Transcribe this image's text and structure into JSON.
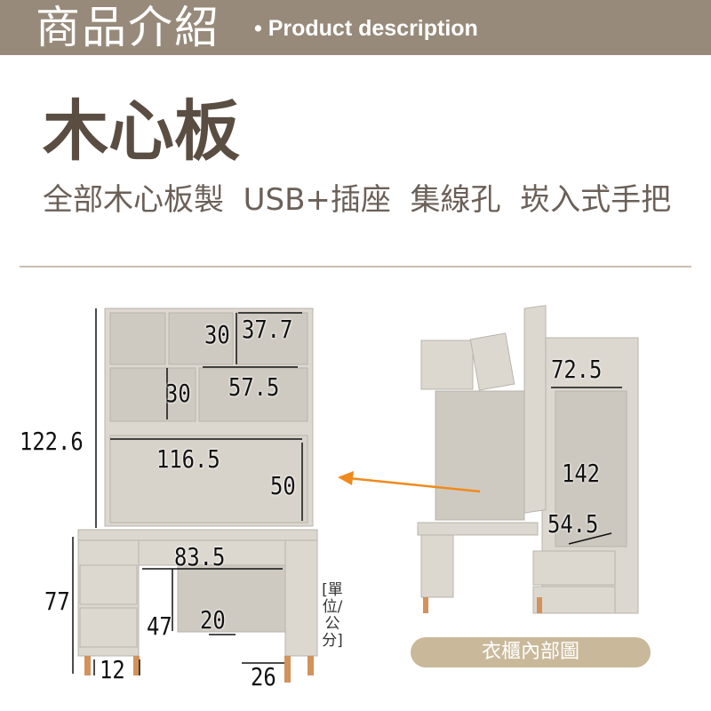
{
  "header": {
    "title_zh": "商品介紹",
    "title_en": "• Product description"
  },
  "main": {
    "title": "木心板",
    "features": "全部木心板製  USB+插座  集線孔  崁入式手把"
  },
  "dimensions": {
    "hutch_cell_height": "30",
    "hutch_cell_depth": "37.7",
    "middle_shelf_height": "30",
    "middle_shelf_width": "57.5",
    "total_height_top": "122.6",
    "hutch_width": "116.5",
    "hutch_open_height": "50",
    "desk_drawer_width": "83.5",
    "desk_height": "77",
    "knee_height": "47",
    "step_depth": "20",
    "leg_gap": "12",
    "desk_depth": "26",
    "wardrobe_width": "72.5",
    "wardrobe_height": "142",
    "wardrobe_depth": "54.5"
  },
  "unit_label": "[單位/公分]",
  "caption": "衣櫃內部圖",
  "colors": {
    "header_bg": "#978a7a",
    "title": "#5a4d42",
    "pill": "#c9b99a",
    "arrow": "#f08a1c",
    "wood": "#dcd8d0"
  }
}
